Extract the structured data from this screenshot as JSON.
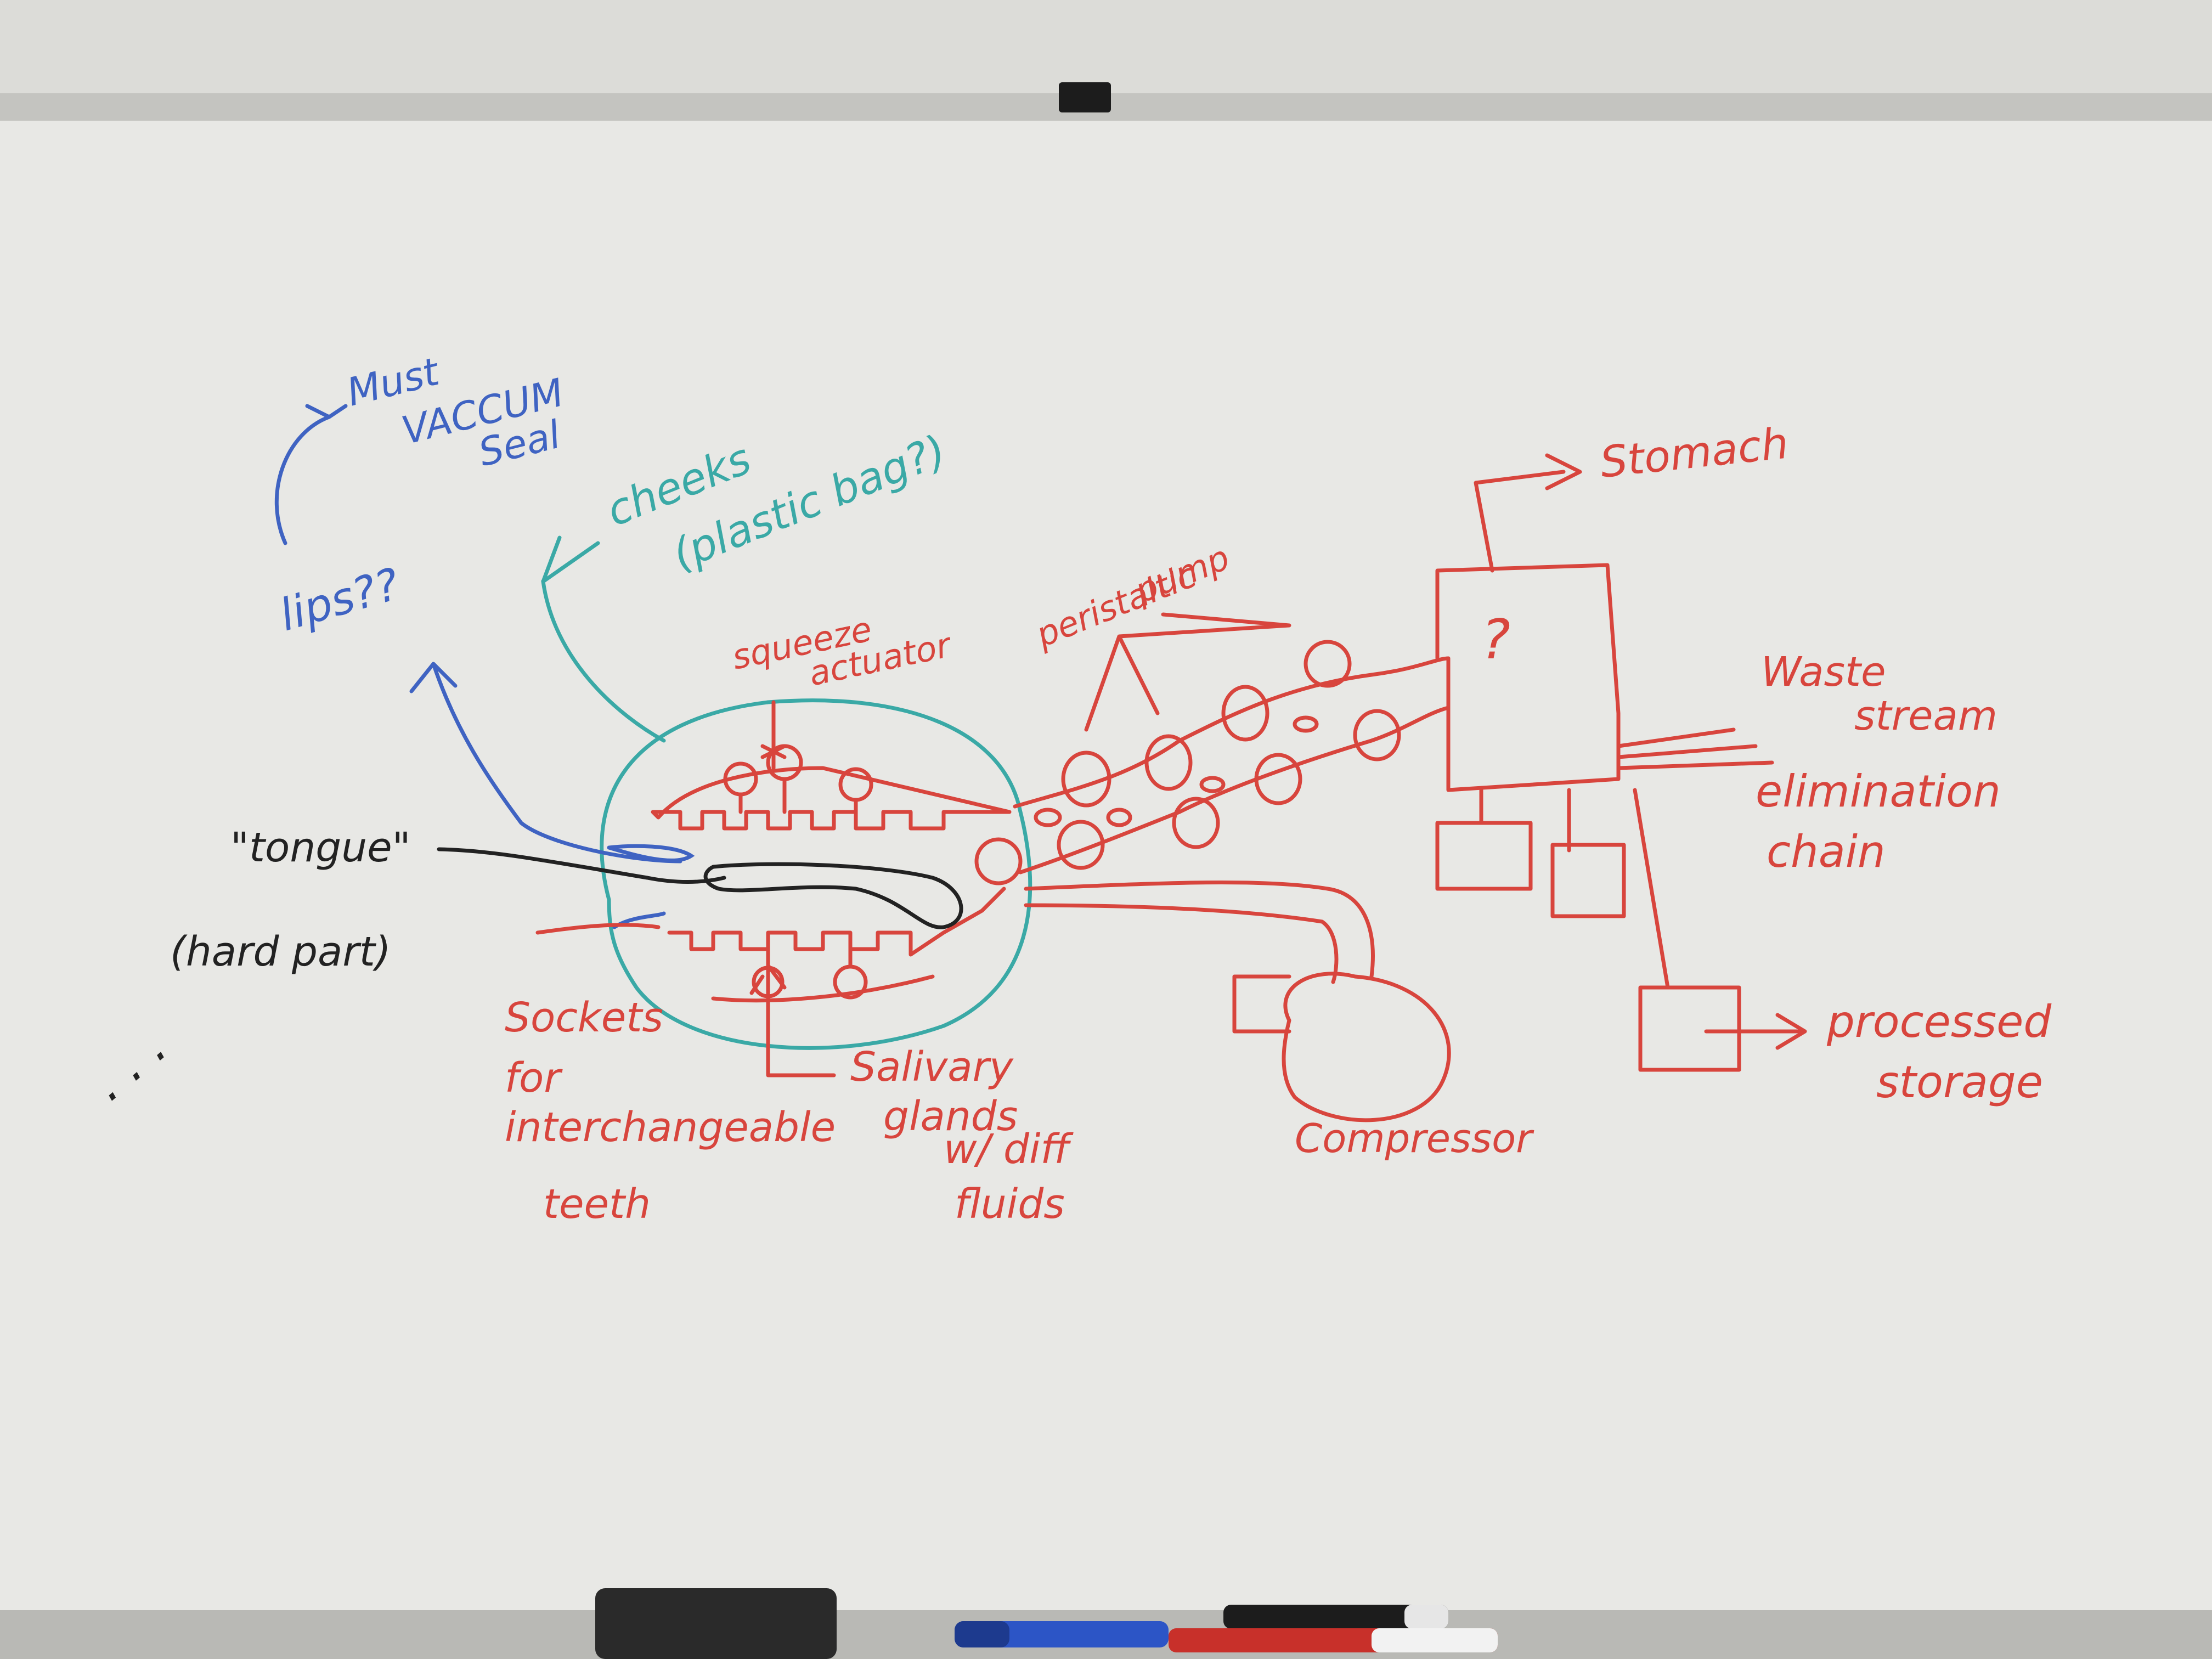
{
  "labels": {
    "must_vaccum_seal": [
      "Must",
      "VACCUM",
      "Seal"
    ],
    "lips": "lips??",
    "cheeks": [
      "cheeks",
      "(plastic bag?)"
    ],
    "squeeze_actuator": [
      "squeeze",
      "actuator"
    ],
    "peristaltic_pump": [
      "peristaltic",
      "pump"
    ],
    "stomach": "Stomach",
    "stomach_question": "?",
    "waste_stream": [
      "Waste",
      "stream"
    ],
    "elimination_chain": [
      "elimination",
      "chain"
    ],
    "tongue": [
      "\"tongue\"",
      "(hard part)"
    ],
    "sockets": [
      "Sockets",
      "for",
      "interchangeable",
      "teeth"
    ],
    "salivary": [
      "Salivary",
      "glands",
      "w/ diff",
      "fluids"
    ],
    "compressor": "Compressor",
    "processed_storage": [
      "processed",
      "storage"
    ],
    "ellipsis": ". . ."
  },
  "colors": {
    "board": "#e9e9e6",
    "red_marker": "#d8453d",
    "blue_marker": "#3f63c2",
    "teal_marker": "#3aa9a6",
    "black_marker": "#222222",
    "tray": "#b9b9b5"
  }
}
